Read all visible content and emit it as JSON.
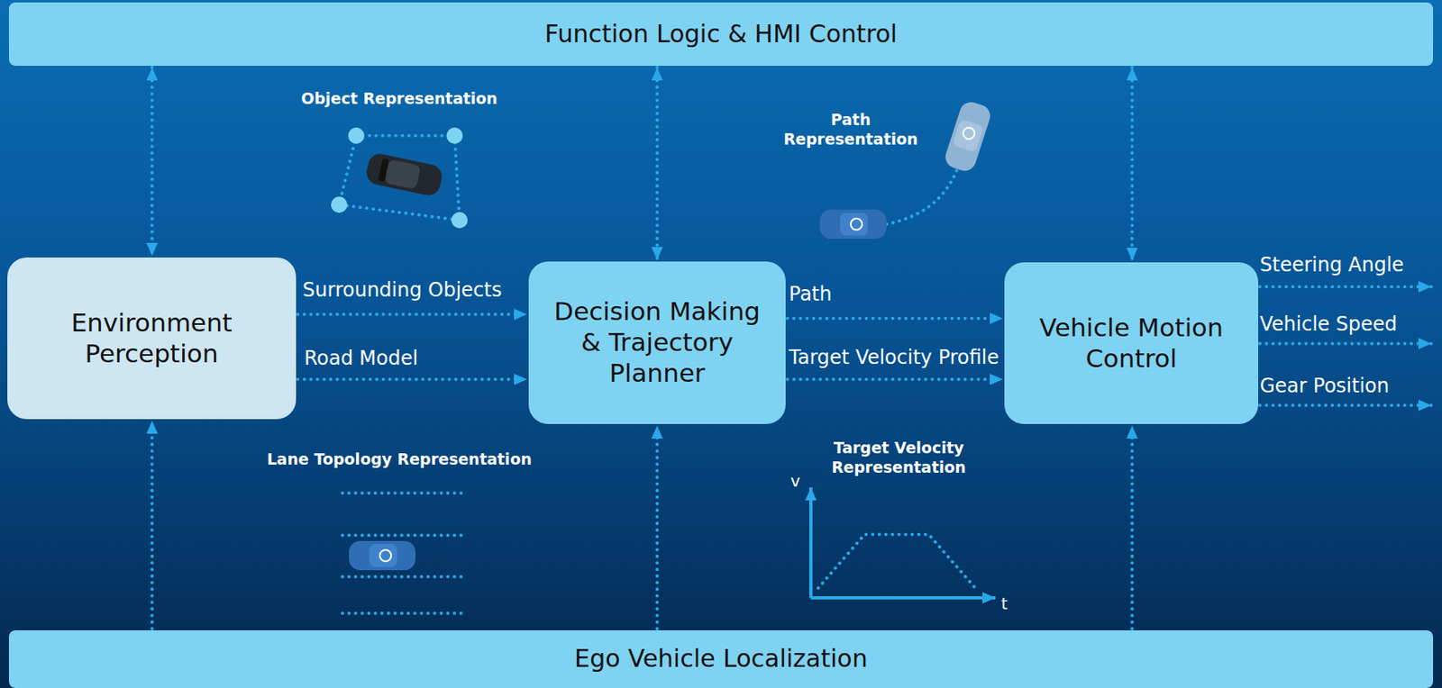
{
  "diagram": {
    "nodes": [
      {
        "text": [
          "Function Logic & HMI Control"
        ]
      },
      {
        "text": [
          "Environment Perception"
        ]
      },
      {
        "text": [
          "Decision Making & Trajectory Planner"
        ]
      },
      {
        "text": [
          "Vehicle Motion Control"
        ]
      },
      {
        "text": [
          "Ego Vehicle Localization"
        ]
      }
    ],
    "edges": [
      {
        "from": 0,
        "to": 1,
        "arrow": "both"
      },
      {
        "from": 0,
        "to": 2,
        "arrow": "both"
      },
      {
        "from": 0,
        "to": 3,
        "arrow": "both"
      },
      {
        "from": 1,
        "to": 2,
        "label": "Surrounding Objects",
        "arrow": "to"
      },
      {
        "from": 1,
        "to": 2,
        "label": "Road Model",
        "arrow": "to"
      },
      {
        "from": 2,
        "to": 3,
        "label": "Path",
        "arrow": "to"
      },
      {
        "from": 2,
        "to": 3,
        "label": "Target Velocity Profile",
        "arrow": "to"
      },
      {
        "from": 4,
        "to": 1,
        "arrow": "to"
      },
      {
        "from": 4,
        "to": 2,
        "arrow": "to"
      },
      {
        "from": 4,
        "to": 3,
        "arrow": "to"
      }
    ],
    "labels": [
      "Object Representation",
      "Path Representation",
      "Lane Topology Representation",
      "Target Velocity Representation",
      "v",
      "t",
      "Steering Angle",
      "Vehicle Speed",
      "Gear Position"
    ]
  }
}
